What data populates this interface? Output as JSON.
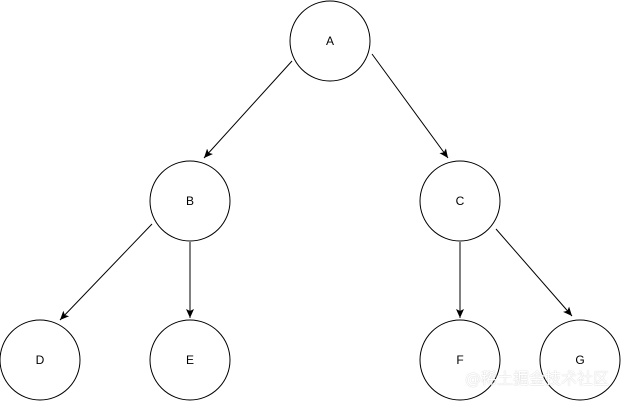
{
  "diagram": {
    "nodes": [
      {
        "id": "A",
        "label": "A"
      },
      {
        "id": "B",
        "label": "B"
      },
      {
        "id": "C",
        "label": "C"
      },
      {
        "id": "D",
        "label": "D"
      },
      {
        "id": "E",
        "label": "E"
      },
      {
        "id": "F",
        "label": "F"
      },
      {
        "id": "G",
        "label": "G"
      }
    ],
    "edges": [
      {
        "from": "A",
        "to": "B"
      },
      {
        "from": "A",
        "to": "C"
      },
      {
        "from": "B",
        "to": "D"
      },
      {
        "from": "B",
        "to": "E"
      },
      {
        "from": "C",
        "to": "F"
      },
      {
        "from": "C",
        "to": "G"
      }
    ]
  },
  "watermark": {
    "text": "@稀土掘金技术社区"
  }
}
